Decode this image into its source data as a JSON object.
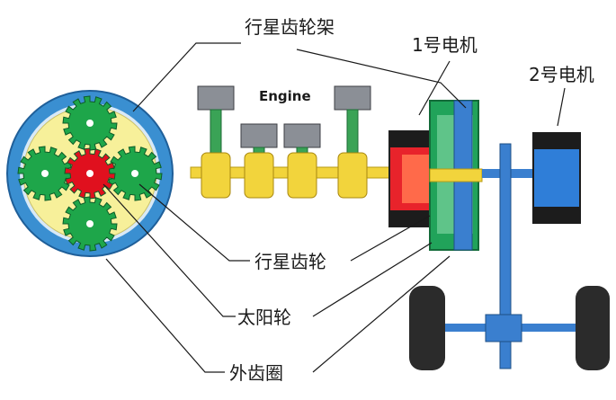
{
  "labels": {
    "carrier": "行星齿轮架",
    "motor1": "1号电机",
    "motor2": "2号电机",
    "engine": "Engine",
    "planet_gear": "行星齿轮",
    "sun_gear": "太阳轮",
    "ring_gear": "外齿圈"
  },
  "colors": {
    "ring": "#3a8fd1",
    "ring_teeth": "#d8e9f7",
    "carrier_yellow": "#f7f09a",
    "planet_green": "#1ea64a",
    "sun_red": "#e0101e",
    "motor_red": "#e8232b",
    "motor_core": "#1c1c1c",
    "motor2_blue": "#2f7ed8",
    "shaft_yellow": "#f2d43c",
    "shaft_blue": "#3a7fcf",
    "gear_green": "#21a35a",
    "piston_gray": "#8b8f96",
    "rod_green": "#3aa356",
    "wheel": "#2b2b2b"
  },
  "icons": {
    "planetary_gearset": "planetary-gearset-icon",
    "engine": "engine-icon",
    "motor1": "motor1-icon",
    "motor2": "motor2-icon",
    "axle": "axle-wheels-icon"
  }
}
